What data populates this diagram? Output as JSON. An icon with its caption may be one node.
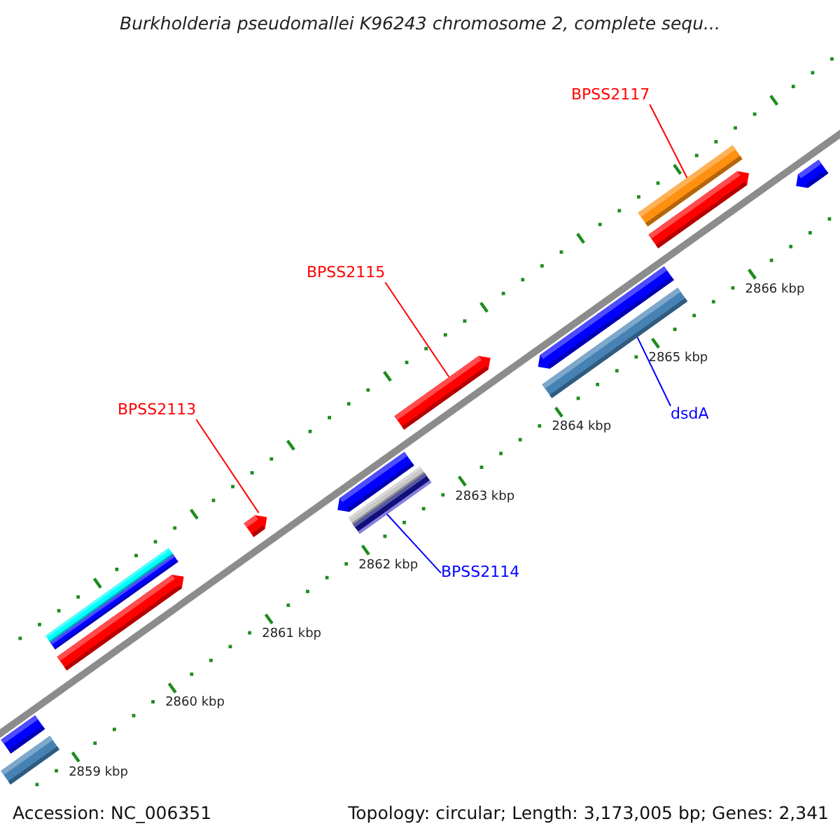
{
  "diagram": {
    "title": "Burkholderia pseudomallei K96243 chromosome 2, complete sequ...",
    "nodes": [
      {
        "text": [
          "BPSS2117"
        ]
      },
      {
        "text": [],
        "shape": "bar"
      },
      {
        "text": [],
        "shape": "bar"
      },
      {
        "text": [],
        "shape": "bar"
      },
      {
        "text": [
          "BPSS2115"
        ]
      },
      {
        "text": [],
        "shape": "bar"
      },
      {
        "text": [],
        "shape": "bar"
      },
      {
        "text": [],
        "shape": "bar"
      },
      {
        "text": [
          "dsdA"
        ]
      },
      {
        "text": [
          "BPSS2113"
        ]
      },
      {
        "text": [],
        "shape": "bar"
      },
      {
        "text": [],
        "shape": "bar"
      },
      {
        "text": [],
        "shape": "bar"
      },
      {
        "text": [],
        "shape": "bar"
      },
      {
        "text": [
          "BPSS2114"
        ]
      },
      {
        "text": [],
        "shape": "bar"
      },
      {
        "text": [],
        "shape": "bar"
      },
      {
        "text": [],
        "shape": "bar"
      },
      {
        "text": [],
        "shape": "bar"
      },
      {
        "text": [],
        "shape": "bar"
      }
    ],
    "edges": [
      {
        "from": 0,
        "to": 1,
        "arrow": "none"
      },
      {
        "from": 4,
        "to": 5,
        "arrow": "none"
      },
      {
        "from": 9,
        "to": 13,
        "arrow": "none"
      },
      {
        "from": 14,
        "to": 12,
        "arrow": "none",
        "color": "#0000ff"
      },
      {
        "from": 8,
        "to": 7,
        "arrow": "none",
        "color": "#0000ff"
      }
    ],
    "labels": [
      "2866 kbp",
      "2865 kbp",
      "2864 kbp",
      "2863 kbp",
      "2862 kbp",
      "2861 kbp",
      "2860 kbp",
      "2859 kbp",
      "Accession: NC_006351",
      "Topology: circular; Length: 3,173,005 bp; Genes: 2,341"
    ]
  }
}
